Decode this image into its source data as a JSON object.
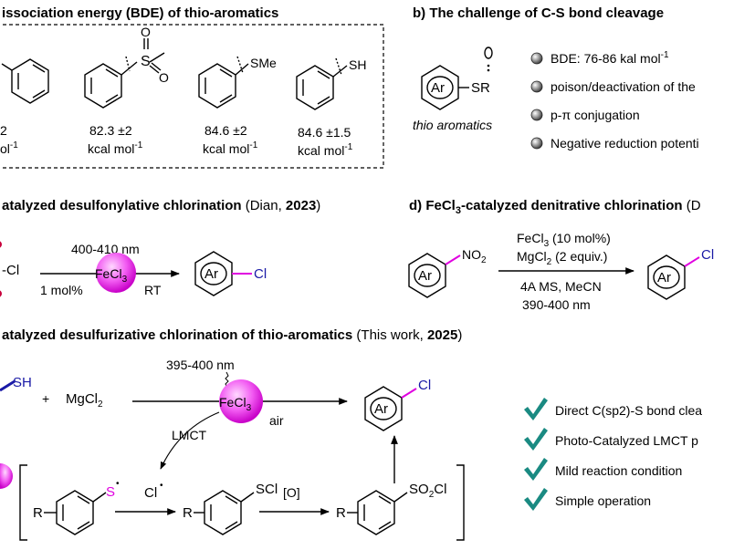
{
  "panel_a": {
    "heading": "issociation energy (BDE) of thio-aromatics",
    "compounds": [
      {
        "label": "",
        "bde": "2",
        "unit_prefix": "",
        "unit_tail": "ol",
        "sup": "-1"
      },
      {
        "label": "O",
        "bde": "82.3 ±2",
        "unit_prefix": "kcal mol",
        "unit_tail": "",
        "sup": "-1"
      },
      {
        "label": "SMe",
        "bde": "84.6 ±2",
        "unit_prefix": "kcal mol",
        "unit_tail": "",
        "sup": "-1"
      },
      {
        "label": "SH",
        "bde": "84.6 ±1.5",
        "unit_prefix": "kcal mol",
        "unit_tail": "",
        "sup": "-1"
      }
    ],
    "sulfonyl_atom": "S",
    "sulfonyl_top_o": "O"
  },
  "panel_b": {
    "heading": "b) The challenge of C-S bond cleavage",
    "ar_label": "Ar",
    "sr_label": "SR",
    "caption": "thio aromatics",
    "bullets": [
      {
        "text": "BDE: 76-86 kal mol",
        "sup": "-1"
      },
      {
        "text": "poison/deactivation of the",
        "sup": ""
      },
      {
        "text": "p-π conjugation",
        "sup": ""
      },
      {
        "text": "Negative reduction potenti",
        "sup": ""
      }
    ]
  },
  "panel_c": {
    "heading": "atalyzed desulfonylative chlorination",
    "citation": "(Dian, ",
    "year": "2023",
    "close": ")",
    "wavelength": "400-410 nm",
    "catalyst": "FeCl",
    "cat_sub": "3",
    "loading": "1 mol%",
    "temp": "RT",
    "cl_reactant": "-Cl",
    "product_ar": "Ar",
    "product_cl": "Cl"
  },
  "panel_d": {
    "heading": "d) FeCl",
    "heading_sub": "3",
    "heading_rest": "-catalyzed denitrative chlorination",
    "heading_cite": " (D",
    "ar": "Ar",
    "no2": "NO",
    "no2_sub": "2",
    "cond1": "FeCl",
    "cond1_sub": "3",
    "cond1_rest": " (10 mol%)",
    "cond2": "MgCl",
    "cond2_sub": "2",
    "cond2_rest": " (2 equiv.)",
    "cond3": "4A MS, MeCN",
    "cond4": "390-400 nm",
    "product_ar": "Ar",
    "product_cl": "Cl"
  },
  "panel_e": {
    "heading": "atalyzed desulfurizative chlorination of thio-aromatics",
    "citation": "(This work, ",
    "year": "2025",
    "close": ")",
    "sh": "SH",
    "plus": "+",
    "mgcl": "MgCl",
    "mgcl_sub": "2",
    "wavelength": "395-400 nm",
    "catalyst": "FeCl",
    "cat_sub": "3",
    "air": "air",
    "lmct": "LMCT",
    "product_ar": "Ar",
    "product_cl": "Cl",
    "s_radical": "S",
    "cl_radical": "Cl",
    "r": "R",
    "scl": "SCl",
    "oxidant": "[O]",
    "so2cl": "SO",
    "so2cl_sub": "2",
    "so2cl_tail": "Cl",
    "dot": "•",
    "features": [
      "Direct C(sp2)-S bond clea",
      "Photo-Catalyzed LMCT p",
      "Mild reaction condition",
      "Simple operation"
    ]
  },
  "colors": {
    "magenta": "#e000e0",
    "navy": "#1a1aa6",
    "teal": "#1a8a82",
    "purple_bond": "#e000e0"
  }
}
